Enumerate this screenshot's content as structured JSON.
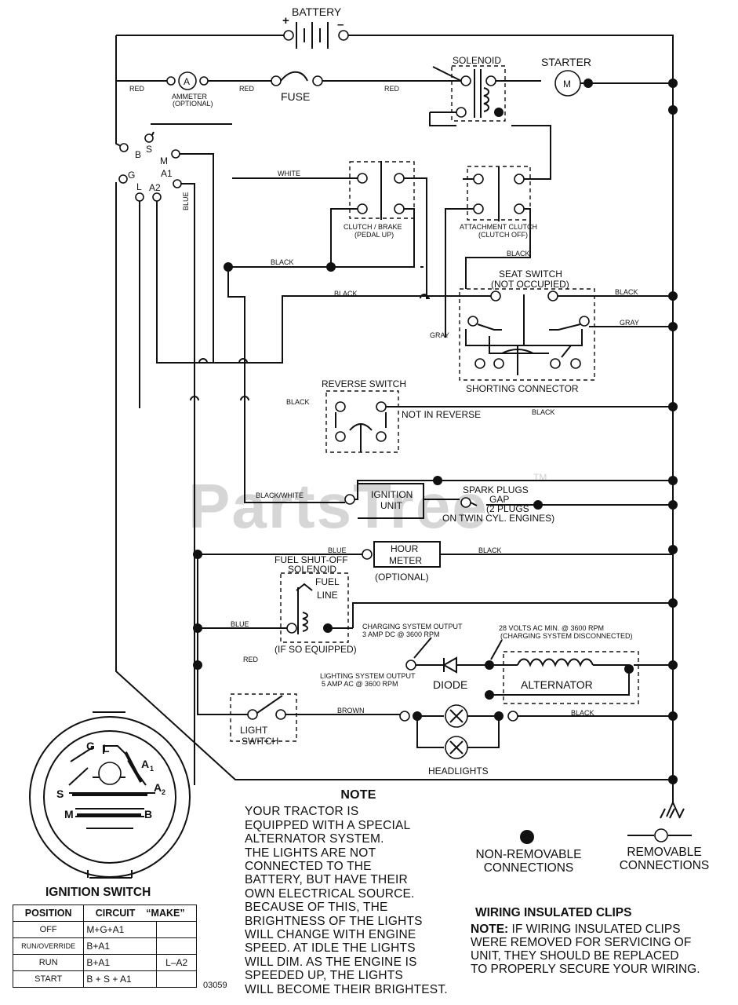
{
  "watermark": "PartsTree",
  "trademark": "TM",
  "components": {
    "battery": "BATTERY",
    "battery_plus": "+",
    "battery_minus": "–",
    "ammeter_letter": "A",
    "ammeter": "AMMETER",
    "ammeter_optional": "(OPTIONAL)",
    "fuse": "FUSE",
    "solenoid": "SOLENOID",
    "starter": "STARTER",
    "starter_letter": "M",
    "clutch_brake": "CLUTCH / BRAKE",
    "pedal_up": "(PEDAL UP)",
    "attachment_clutch": "ATTACHMENT CLUTCH",
    "clutch_off": "(CLUTCH OFF)",
    "seat_switch": "SEAT SWITCH",
    "not_occupied": "(NOT OCCUPIED)",
    "shorting_connector": "SHORTING CONNECTOR",
    "reverse_switch": "REVERSE SWITCH",
    "not_in_reverse": "NOT IN REVERSE",
    "ignition_unit_1": "IGNITION",
    "ignition_unit_2": "UNIT",
    "spark_plugs": "SPARK PLUGS",
    "spark_gap": "GAP",
    "spark_plugs_note": "(2 PLUGS",
    "spark_twin": "ON TWIN CYL. ENGINES)",
    "hour_meter_1": "HOUR",
    "hour_meter_2": "METER",
    "hour_optional": "(OPTIONAL)",
    "fuel_shutoff": "FUEL SHUT-OFF",
    "fuel_solenoid": "SOLENOID",
    "fuel_line_1": "FUEL",
    "fuel_line_2": "LINE",
    "if_so_equipped": "(IF SO EQUIPPED)",
    "charging_output": "CHARGING SYSTEM OUTPUT",
    "charging_amp": "3 AMP DC @ 3600 RPM",
    "volts_ac": "28 VOLTS AC MIN. @ 3600 RPM",
    "charging_disconnected": "(CHARGING SYSTEM DISCONNECTED)",
    "lighting_output": "LIGHTING SYSTEM OUTPUT",
    "lighting_amp": "5 AMP AC @ 3600 RPM",
    "diode": "DIODE",
    "alternator": "ALTERNATOR",
    "light_switch_1": "LIGHT",
    "light_switch_2": "SWITCH",
    "headlights": "HEADLIGHTS"
  },
  "wire_colors": {
    "red": "RED",
    "white": "WHITE",
    "black": "BLACK",
    "blue": "BLUE",
    "gray": "GRAY",
    "black_white": "BLACK/WHITE",
    "brown": "BROWN"
  },
  "switch_terminals": [
    "B",
    "S",
    "M",
    "G",
    "A1",
    "L",
    "A2"
  ],
  "ignition_switch_face": {
    "g": "G",
    "l": "L",
    "a1": "A",
    "a1_sub": "1",
    "s": "S",
    "a2": "A",
    "a2_sub": "2",
    "m": "M",
    "b": "B"
  },
  "note": {
    "title": "NOTE",
    "lines": [
      "YOUR TRACTOR IS",
      "EQUIPPED WITH A SPECIAL",
      "ALTERNATOR SYSTEM.",
      "THE LIGHTS ARE NOT",
      "CONNECTED TO THE",
      "BATTERY, BUT HAVE THEIR",
      "OWN ELECTRICAL SOURCE.",
      "BECAUSE OF THIS, THE",
      "BRIGHTNESS OF THE LIGHTS",
      "WILL CHANGE WITH ENGINE",
      "SPEED.  AT IDLE THE LIGHTS",
      "WILL DIM.  AS THE ENGINE IS",
      "SPEEDED UP, THE LIGHTS",
      "WILL BECOME THEIR BRIGHTEST."
    ]
  },
  "legend": {
    "non_removable_1": "NON-REMOVABLE",
    "non_removable_2": "CONNECTIONS",
    "removable_1": "REMOVABLE",
    "removable_2": "CONNECTIONS"
  },
  "clips": {
    "title": "WIRING INSULATED CLIPS",
    "note_label": "NOTE:",
    "line1": " IF WIRING INSULATED CLIPS",
    "line2": "WERE REMOVED FOR SERVICING OF",
    "line3": " UNIT, THEY SHOULD BE REPLACED",
    "line4": "TO PROPERLY SECURE YOUR WIRING."
  },
  "ignition_table": {
    "title": "IGNITION SWITCH",
    "headers": [
      "POSITION",
      "CIRCUIT",
      "“MAKE”"
    ],
    "rows": [
      {
        "position": "OFF",
        "circuit": "M+G+A1",
        "extra": ""
      },
      {
        "position": "RUN/OVERRIDE",
        "circuit": "B+A1",
        "extra": ""
      },
      {
        "position": "RUN",
        "circuit": "B+A1",
        "extra": "L–A2"
      },
      {
        "position": "START",
        "circuit": "B + S + A1",
        "extra": ""
      }
    ]
  },
  "drawing_number": "03059"
}
